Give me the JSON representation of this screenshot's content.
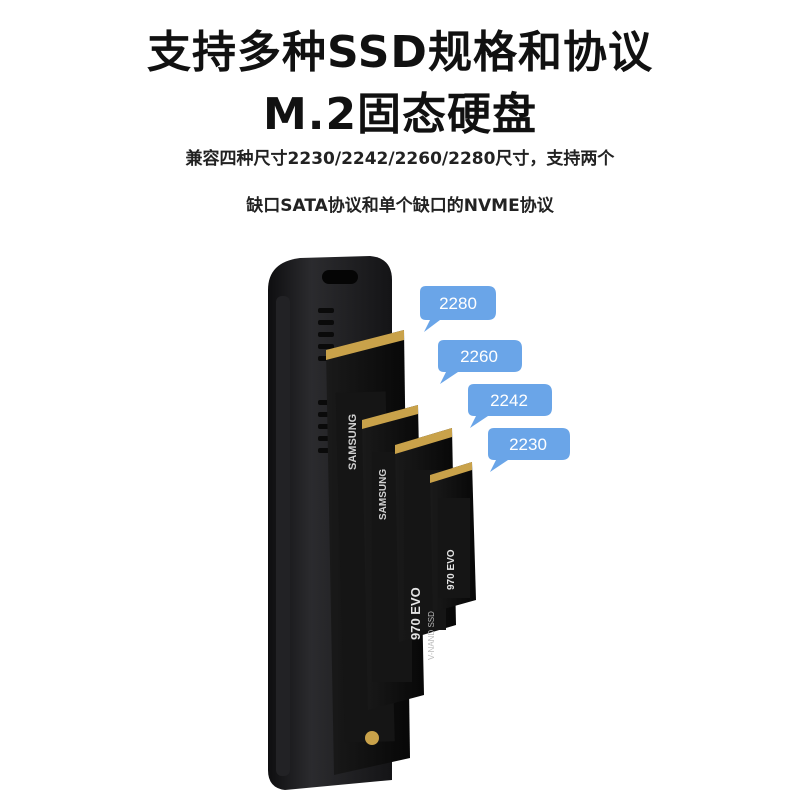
{
  "headline": {
    "line1": "支持多种SSD规格和协议",
    "line2": "M.2固态硬盘"
  },
  "description": {
    "line1": "兼容四种尺寸2230/2242/2260/2280尺寸，支持两个",
    "line2": "缺口SATA协议和单个缺口的NVME协议"
  },
  "size_labels": [
    "2280",
    "2260",
    "2242",
    "2230"
  ],
  "ssd_brand": "SAMSUNG",
  "ssd_model": "970 EVO",
  "ssd_tech": "V-NAND SSD",
  "colors": {
    "bubble": "#6aa5e8",
    "enclosure": "#1c1c1e",
    "ssd_pcb": "#111111",
    "gold": "#c9a24a"
  }
}
